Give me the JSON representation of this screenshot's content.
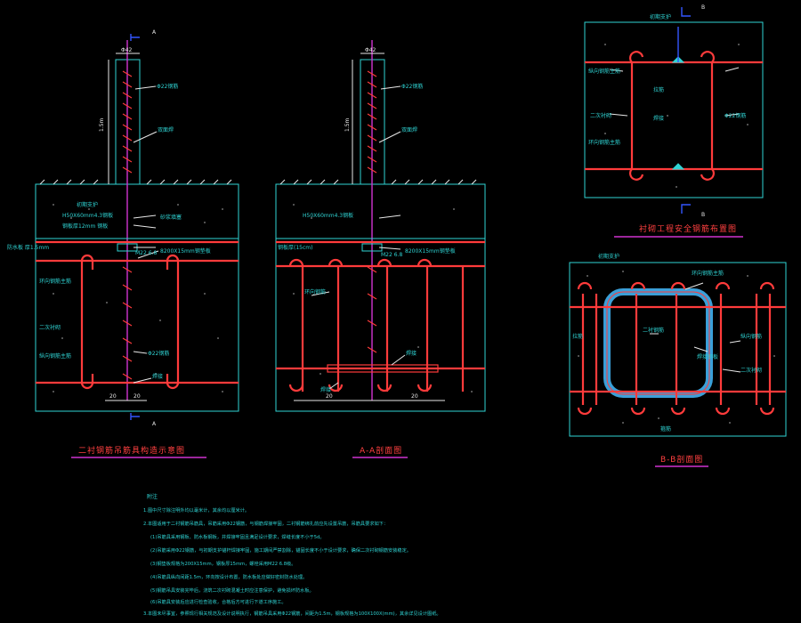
{
  "drawings": {
    "elevation": {
      "title": "二衬钢筋吊筋具构造示意图",
      "section_mark": "A",
      "dims": [
        "Φ42",
        "1.5m",
        "20",
        "20"
      ],
      "labels": [
        "Φ22钢筋",
        "双面焊",
        "H50X60mm4.3钢板",
        "钢板厚12mm 钢板",
        "防水板 厚1.5mm",
        "M22 6.8",
        "8200X15mm钢垫板",
        "砂浆填塞",
        "初期支护",
        "二次衬砌",
        "环向钢筋主筋",
        "纵向钢筋主筋",
        "Φ22钢筋",
        "焊接"
      ]
    },
    "section_aa": {
      "title": "A-A剖面图",
      "dims": [
        "Φ42",
        "1.5m",
        "20",
        "20"
      ],
      "labels": [
        "Φ22钢筋",
        "双面焊",
        "H50X60mm4.3钢板",
        "钢板厚(15cm)",
        "M22 6.8",
        "8200X15mm钢垫板",
        "环向钢筋",
        "焊接",
        "焊接"
      ]
    },
    "plan_bb": {
      "title": "衬砌工程安全钢筋布置图",
      "section_mark": "B",
      "labels": [
        "初期支护",
        "拉筋",
        "焊接",
        "二次衬砌",
        "纵向钢筋主筋",
        "环向钢筋主筋",
        "Φ22钢筋"
      ]
    },
    "section_bb": {
      "title": "B-B剖面图",
      "labels": [
        "初期支护",
        "环向钢筋主筋",
        "二衬钢筋",
        "纵向钢筋",
        "焊接钢板",
        "二次衬砌",
        "拉筋",
        "箍筋"
      ]
    }
  },
  "notes": {
    "heading": "附注",
    "items": [
      "1.图中尺寸除注明外均以毫米计，其余均以厘米计。",
      "2.本图适用于二衬钢筋吊筋具，吊筋采用Φ22钢筋，与钢筋焊接牢固，二衬钢筋绑扎前应先设置吊筋，吊筋具要求如下：",
      "(1)吊筋具采用钢板、防水板钢板，并焊接牢固且满足设计要求，焊缝长度不小于5d。",
      "(2)吊筋采用Φ22钢筋，与初期支护锚杆焊接牢固，施工期间严禁割除，锚固长度不小于设计要求，确保二次衬砌钢筋安装稳定。",
      "(3)钢垫板规格为200X15mm，钢板厚15mm，螺栓采用M22 6.8级。",
      "(4)吊筋具纵向间距1.5m，环向按设计布置，防水板处应做好密封防水处理。",
      "(5)钢筋吊具安装完毕后，浇筑二次衬砌混凝土时应注意保护，避免损坏防水板。",
      "(6)吊筋具安装后应进行检查验收，合格后方可进行下道工序施工。",
      "3.本图未尽事宜，参照现行相关规范及设计说明执行，钢筋吊具采用Φ22钢筋，间距为1.5m，钢板规格为100X100X(mm)，其余详见设计图纸。"
    ]
  }
}
